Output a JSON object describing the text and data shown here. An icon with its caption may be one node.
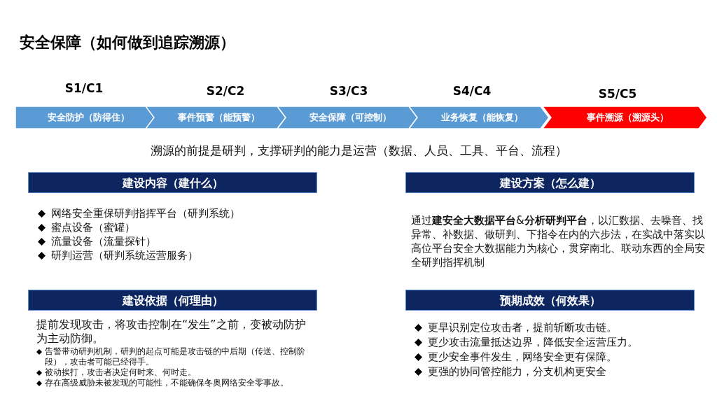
{
  "diagram": {
    "title": "安全保障（如何做到追踪溯源）",
    "nodes": [
      {
        "text": [
          "安全防护（防得住）"
        ],
        "beside": [
          "S1/C1"
        ]
      },
      {
        "text": [
          "事件预警（能预警）"
        ],
        "beside": [
          "S2/C2"
        ]
      },
      {
        "text": [
          "安全保障（可控制）"
        ],
        "beside": [
          "S3/C3"
        ]
      },
      {
        "text": [
          "业务恢复（能恢复）"
        ],
        "beside": [
          "S4/C4"
        ]
      },
      {
        "text": [
          "事件溯源（溯源头）"
        ],
        "beside": [
          "S5/C5"
        ]
      },
      {
        "text": [
          "建设内容（建什么）"
        ]
      },
      {
        "text": [
          "建设方案（怎么建）"
        ]
      },
      {
        "text": [
          "建设依据（何理由）"
        ]
      },
      {
        "text": [
          "预期成效（何效果）"
        ]
      }
    ],
    "edges": [],
    "labels": [
      "溯源的前提是研判，支撑研判的能力是运营（数据、人员、工具、平台、流程）",
      "网络安全重保研判指挥平台（研判系统）",
      "蜜点设备（蜜罐）",
      "流量设备（流量探针）",
      "研判运营（研判系统运营服务）",
      "通过**建安全大数据平台**&**分析研判平台**，以汇数据、去噪音、找异常、补数据、做研判、下指令在内的六步法，在实战中落实以高位平台安全大数据能力为核心，贯穿南北、联动东西的全局安全研判指挥机制",
      "提前发现攻击，将攻击控制在“发生”之前，变被动防护为主动防御。",
      "告警带动研判机制，研判的起点可能是攻击链的中后期（传送、控制阶段），攻击者可能已经得手。",
      "被动挨打，攻击者决定何时来、何时走。",
      "存在高级威胁未被发现的可能性，不能确保冬奥网络安全零事故。",
      "更早识别定位攻击者，提前斩断攻击链。",
      "更少攻击流量抵达边界，降低安全运营压力。",
      "更少安全事件发生，网络安全更有保障。",
      "更强的协同管控能力，分支机构更安全"
    ]
  }
}
